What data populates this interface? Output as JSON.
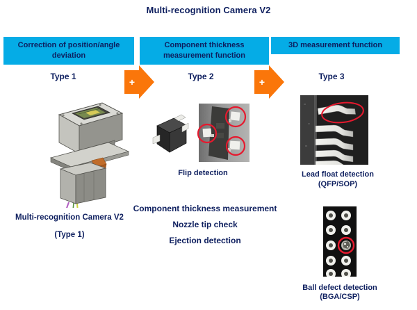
{
  "title": "Multi-recognition Camera V2",
  "colors": {
    "accent_cyan": "#05ACE6",
    "text_navy": "#0E1F5F",
    "arrow_orange": "#FA760A",
    "highlight_red": "#E6192E"
  },
  "headers": [
    {
      "label": "Correction of position/angle deviation"
    },
    {
      "label": "Component thickness measurement function"
    },
    {
      "label": "3D measurement function"
    }
  ],
  "types": [
    {
      "label": "Type 1"
    },
    {
      "label": "Type 2"
    },
    {
      "label": "Type 3"
    }
  ],
  "arrows": [
    {
      "plus": "+"
    },
    {
      "plus": "+"
    }
  ],
  "column1": {
    "caption_line1": "Multi-recognition Camera V2",
    "caption_line2": "(Type 1)"
  },
  "column2": {
    "image_caption": "Flip detection",
    "notes": [
      "Component thickness measurement",
      "Nozzle tip check",
      "Ejection detection"
    ]
  },
  "column3": {
    "lead_caption_line1": "Lead float detection",
    "lead_caption_line2": "(QFP/SOP)",
    "ball_caption_line1": "Ball defect detection",
    "ball_caption_line2": "(BGA/CSP)"
  }
}
